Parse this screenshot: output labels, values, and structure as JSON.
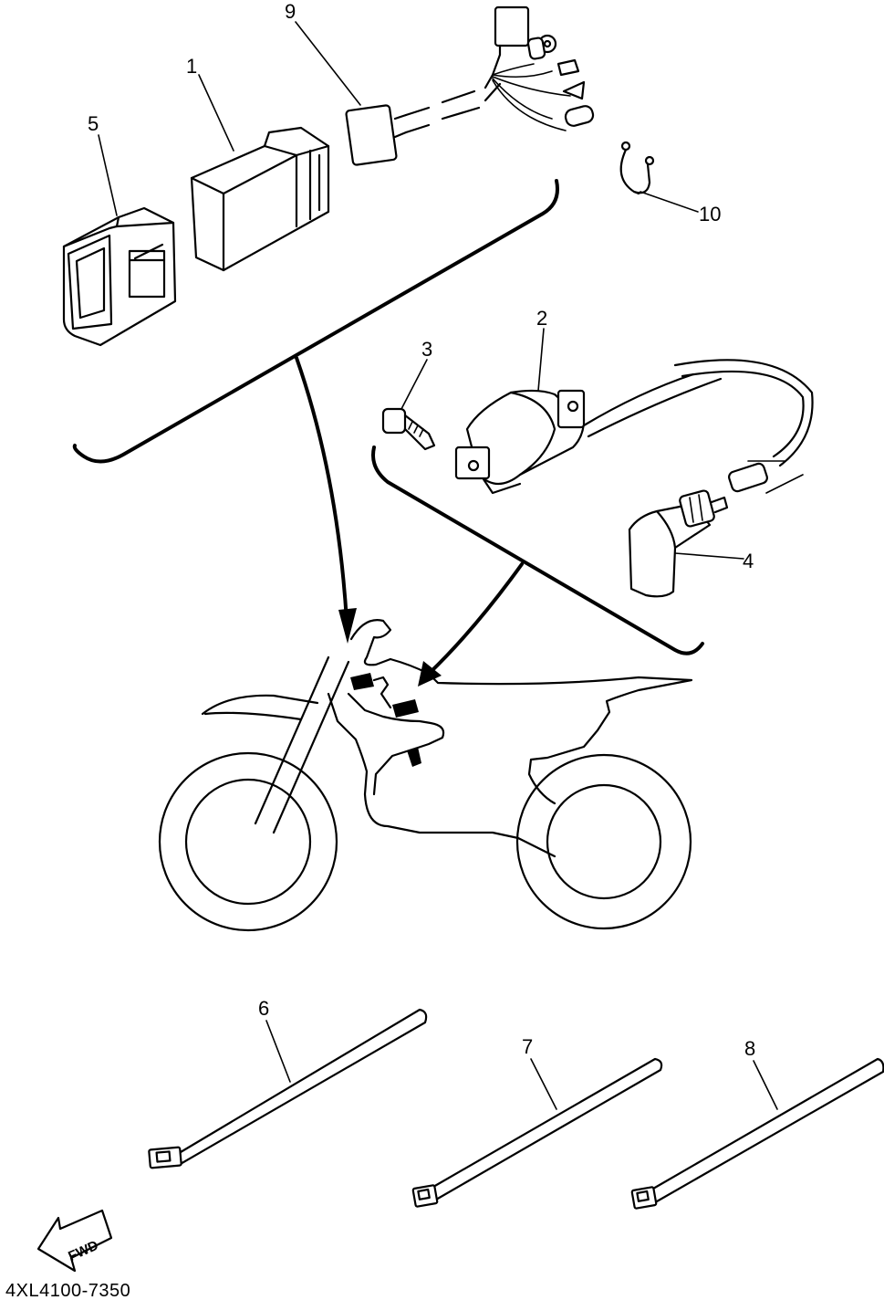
{
  "callouts": {
    "c1": "1",
    "c2": "2",
    "c3": "3",
    "c4": "4",
    "c5": "5",
    "c6": "6",
    "c7": "7",
    "c8": "8",
    "c9": "9",
    "c10": "10"
  },
  "direction_label": "FWD",
  "diagram_code": "4XL4100-7350",
  "colors": {
    "line": "#000000",
    "background": "#ffffff"
  }
}
